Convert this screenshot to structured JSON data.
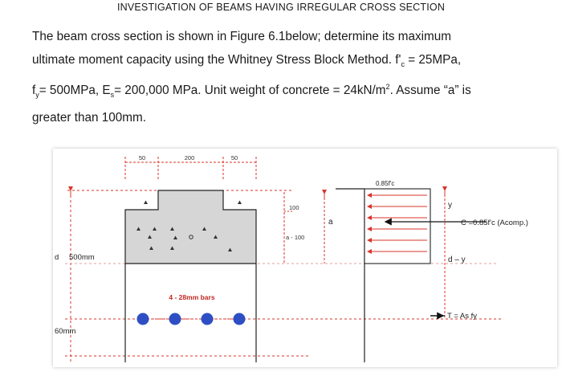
{
  "title": "INVESTIGATION OF BEAMS HAVING IRREGULAR CROSS SECTION",
  "problem": {
    "line1": "The beam cross section is shown in Figure 6.1below; determine its maximum",
    "line2_a": "ultimate moment capacity using the Whitney Stress Block Method. f'",
    "line2_sub": "c",
    "line2_b": " = 25MPa,",
    "line3_a": "f",
    "line3_sub1": "y",
    "line3_b": "= 500MPa, E",
    "line3_sub2": "s",
    "line3_c": "= 200,000 MPa. Unit weight of concrete = 24kN/m",
    "line3_sup": "2",
    "line3_d": ". Assume “a” is",
    "line4": "greater than 100mm."
  },
  "figure": {
    "dim_top": [
      "50",
      "200",
      "50"
    ],
    "dim_d": "d",
    "dim_500": "500mm",
    "dim_60": "60mm",
    "dim_100": "100",
    "dim_a_minus_100": "a - 100",
    "label_a": "a",
    "bars_label": "4 - 28mm bars",
    "stress_label": "0.85f'c",
    "label_y": "y",
    "label_C": "C =0.85f'c (Acomp.)",
    "label_d_minus_y": "d – y",
    "label_T": "T = As fy"
  },
  "colors": {
    "text": "#1a1a1a",
    "dimension_red": "#d9342b",
    "concrete_fill": "#d6d6d6",
    "rebar_blue": "#2e4fc4",
    "bars_label_red": "#c0261f"
  }
}
